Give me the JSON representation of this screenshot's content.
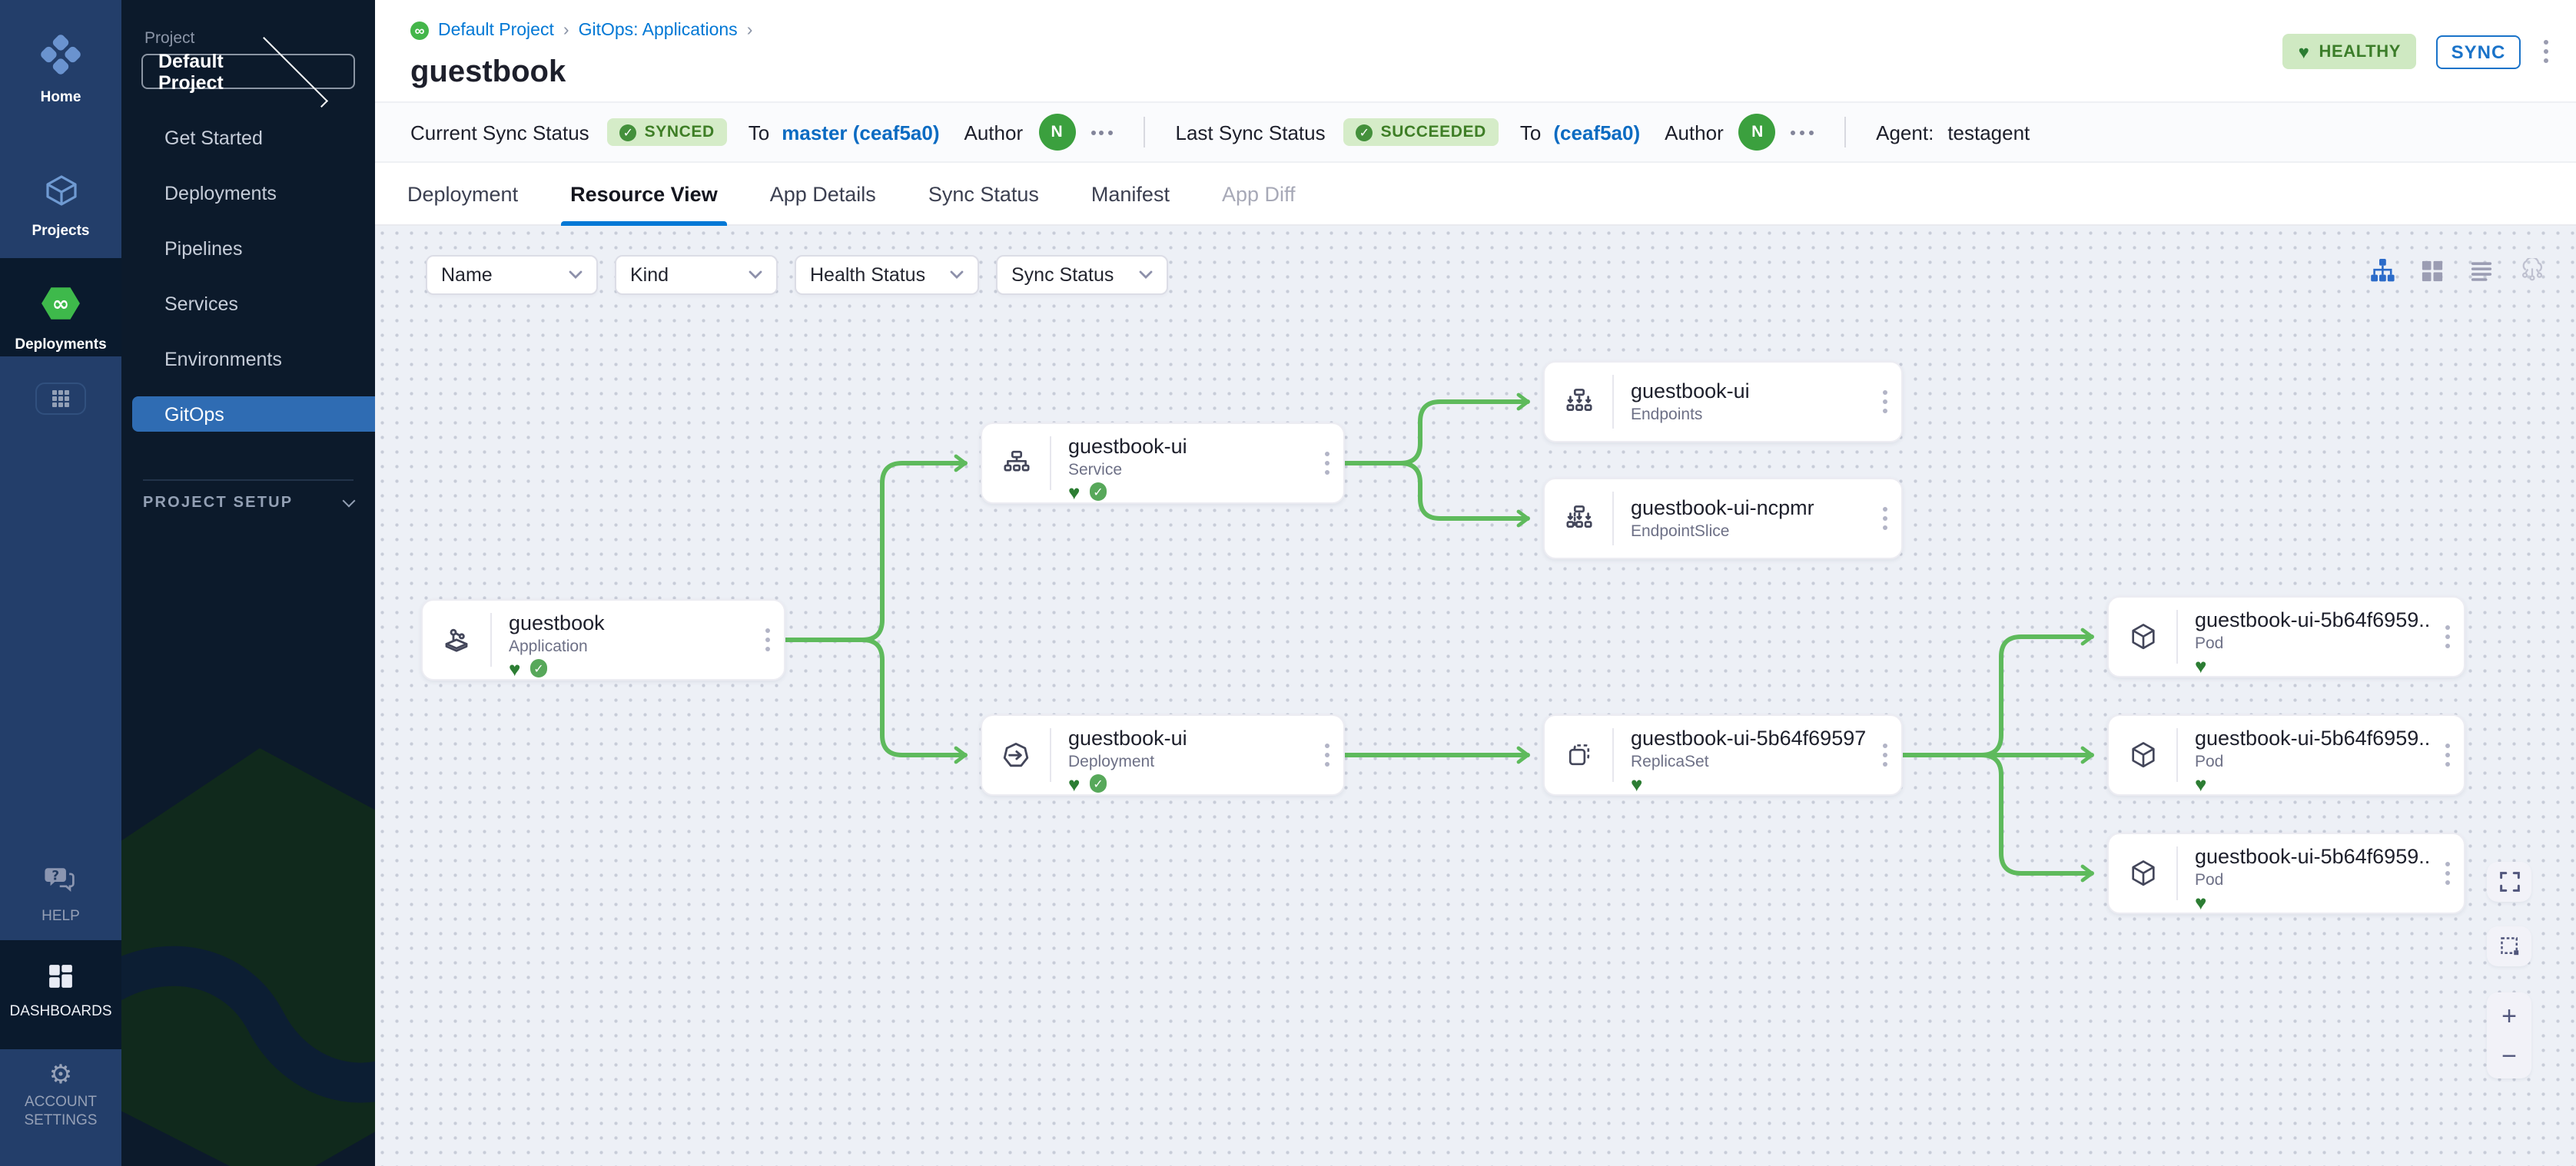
{
  "rail": {
    "home": "Home",
    "projects": "Projects",
    "deployments": "Deployments",
    "help": "HELP",
    "dashboards": "DASHBOARDS",
    "account_settings": "ACCOUNT SETTINGS"
  },
  "sidebar": {
    "project_label": "Project",
    "project_name": "Default Project",
    "items": [
      "Get Started",
      "Deployments",
      "Pipelines",
      "Services",
      "Environments",
      "GitOps"
    ],
    "active_item": "GitOps",
    "project_setup": "PROJECT SETUP"
  },
  "header": {
    "breadcrumb": {
      "project": "Default Project",
      "section": "GitOps: Applications",
      "separator": "›"
    },
    "title": "guestbook",
    "health_badge": "HEALTHY",
    "sync_button": "SYNC"
  },
  "status_bar": {
    "current_label": "Current Sync Status",
    "current_status": "SYNCED",
    "to_label": "To",
    "current_revision": "master (ceaf5a0)",
    "author_label": "Author",
    "author_initial": "N",
    "last_label": "Last Sync Status",
    "last_status": "SUCCEEDED",
    "last_revision": "(ceaf5a0)",
    "agent_label": "Agent:",
    "agent_name": "testagent"
  },
  "tabs": [
    {
      "label": "Deployment",
      "state": "normal"
    },
    {
      "label": "Resource View",
      "state": "active"
    },
    {
      "label": "App Details",
      "state": "normal"
    },
    {
      "label": "Sync Status",
      "state": "normal"
    },
    {
      "label": "Manifest",
      "state": "normal"
    },
    {
      "label": "App Diff",
      "state": "disabled"
    }
  ],
  "filters": [
    "Name",
    "Kind",
    "Health Status",
    "Sync Status"
  ],
  "graph": {
    "nodes": [
      {
        "title": "guestbook",
        "kind": "Application",
        "healthy": true,
        "synced": true
      },
      {
        "title": "guestbook-ui",
        "kind": "Service",
        "healthy": true,
        "synced": true
      },
      {
        "title": "guestbook-ui",
        "kind": "Endpoints"
      },
      {
        "title": "guestbook-ui-ncpmr",
        "kind": "EndpointSlice"
      },
      {
        "title": "guestbook-ui",
        "kind": "Deployment",
        "healthy": true,
        "synced": true
      },
      {
        "title": "guestbook-ui-5b64f69597",
        "kind": "ReplicaSet",
        "healthy": true
      },
      {
        "title": "guestbook-ui-5b64f6959...",
        "kind": "Pod",
        "healthy": true
      },
      {
        "title": "guestbook-ui-5b64f6959...",
        "kind": "Pod",
        "healthy": true
      },
      {
        "title": "guestbook-ui-5b64f6959...",
        "kind": "Pod",
        "healthy": true
      }
    ]
  },
  "canvas_controls": {
    "zoom_in": "+",
    "zoom_out": "−"
  },
  "colors": {
    "rail_navy": "#233e6a",
    "rail_dark": "#0a1a2d",
    "sidenav_bg": "#0c1a2b",
    "active_nav_blue": "#2f6cb3",
    "accent_blue": "#0278d5",
    "link_blue": "#0b6bc2",
    "edge_green": "#5eba5c",
    "badge_bg": "#d5ecc8",
    "badge_text": "#3e7e26",
    "heart_green": "#2c7d33",
    "avatar_green": "#3ba03e",
    "canvas_bg": "#edf0f6"
  }
}
